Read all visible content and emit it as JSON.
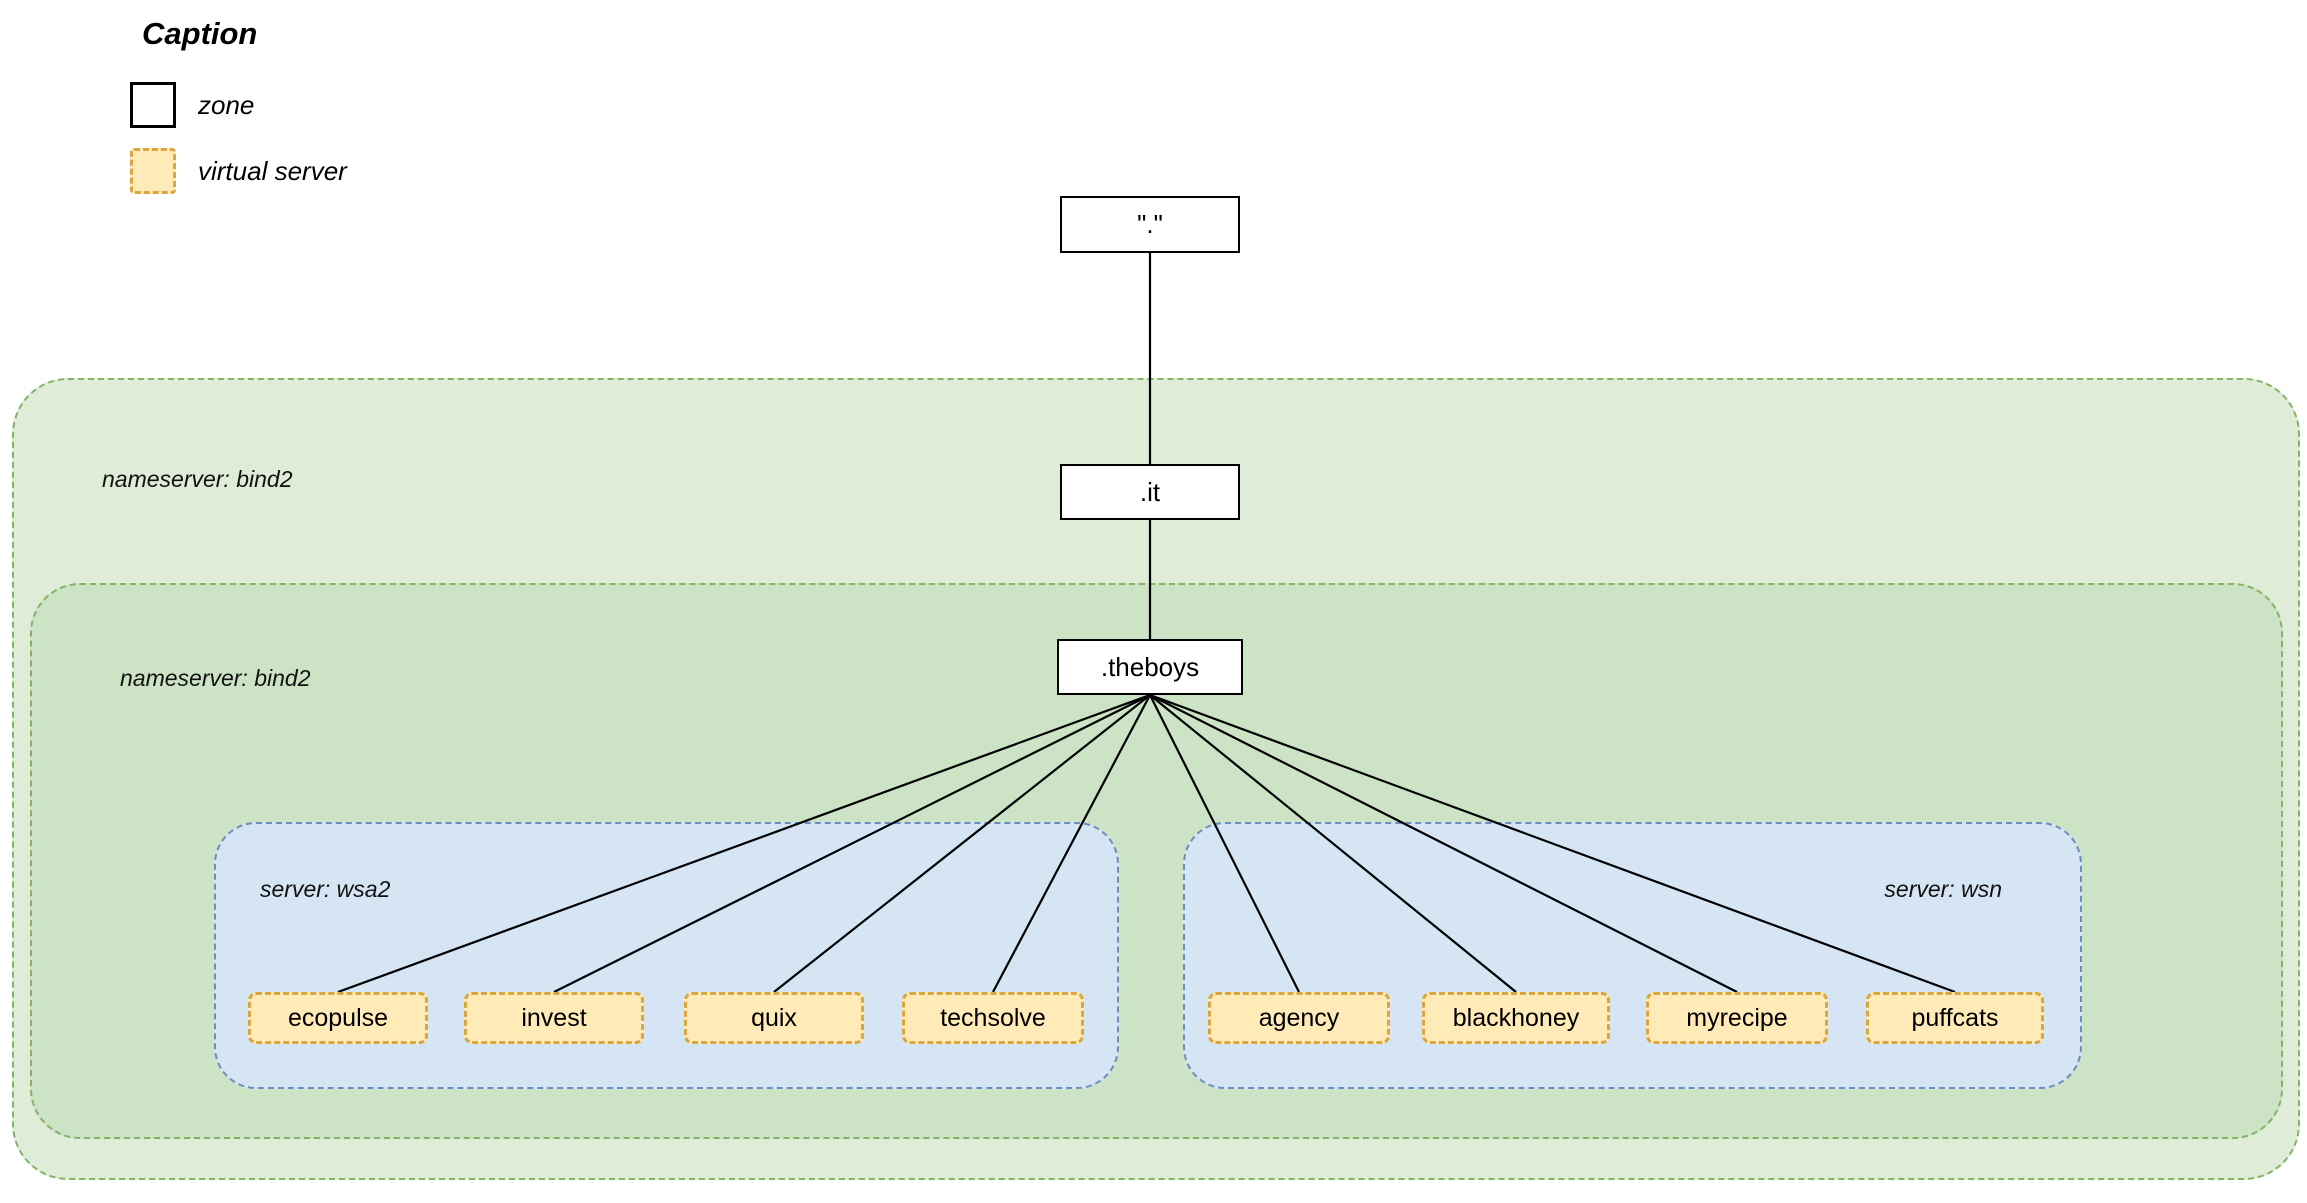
{
  "caption": {
    "title": "Caption",
    "items": [
      {
        "label": "zone",
        "type": "zone"
      },
      {
        "label": "virtual server",
        "type": "virtual-server"
      }
    ]
  },
  "tree": {
    "root": "\".\"",
    "tld": ".it",
    "zone": ".theboys"
  },
  "containers": {
    "outer": {
      "label": "nameserver: bind2"
    },
    "inner": {
      "label": "nameserver: bind2"
    },
    "server_left": {
      "label": "server: wsa2"
    },
    "server_right": {
      "label": "server: wsn"
    }
  },
  "virtual_servers": {
    "left": [
      "ecopulse",
      "invest",
      "quix",
      "techsolve"
    ],
    "right": [
      "agency",
      "blackhoney",
      "myrecipe",
      "puffcats"
    ]
  },
  "colors": {
    "green_fill_outer": "#deecd8",
    "green_fill_inner": "#cce3c5",
    "green_border": "#82b366",
    "blue_fill": "#d5e5f4",
    "blue_border": "#6c8ebf",
    "yellow_fill": "#ffeab8",
    "yellow_border": "#d9a741",
    "line": "#000000"
  }
}
